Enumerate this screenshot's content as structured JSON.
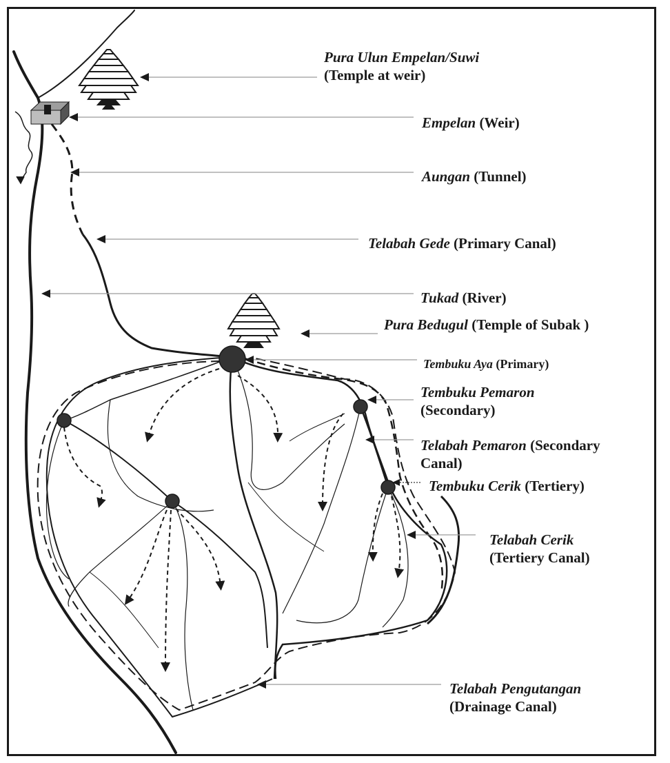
{
  "labels": {
    "pura_ulun_empelan": {
      "term": "Pura Ulun Empelan/Suwi",
      "gloss": "(Temple at weir)"
    },
    "empelan": {
      "term": "Empelan",
      "gloss": "(Weir)"
    },
    "aungan": {
      "term": "Aungan",
      "gloss": "(Tunnel)"
    },
    "telabah_gede": {
      "term": "Telabah Gede",
      "gloss": "(Primary Canal)"
    },
    "tukad": {
      "term": "Tukad",
      "gloss": "(River)"
    },
    "pura_bedugul": {
      "term": "Pura Bedugul",
      "gloss": "(Temple of  Subak )"
    },
    "tembuku_aya": {
      "term": "Tembuku Aya",
      "gloss": "(Primary)"
    },
    "tembuku_pemaron": {
      "term": "Tembuku Pemaron",
      "gloss": "(Secondary)"
    },
    "telabah_pemaron": {
      "term": "Telabah Pemaron",
      "gloss_1": "(Secondary",
      "gloss_2": "Canal)"
    },
    "tembuku_cerik": {
      "term": "Tembuku Cerik",
      "gloss": "(Tertiery)"
    },
    "telabah_cerik": {
      "term": "Telabah Cerik",
      "gloss": "(Tertiery Canal)"
    },
    "telabah_pengutangan": {
      "term": "Telabah Pengutangan",
      "gloss": "(Drainage Canal)"
    }
  },
  "colors": {
    "ink": "#1a1a1a",
    "leader": "#9a9a9a",
    "weir_fill": "#bdbdbd",
    "node": "#333333"
  }
}
